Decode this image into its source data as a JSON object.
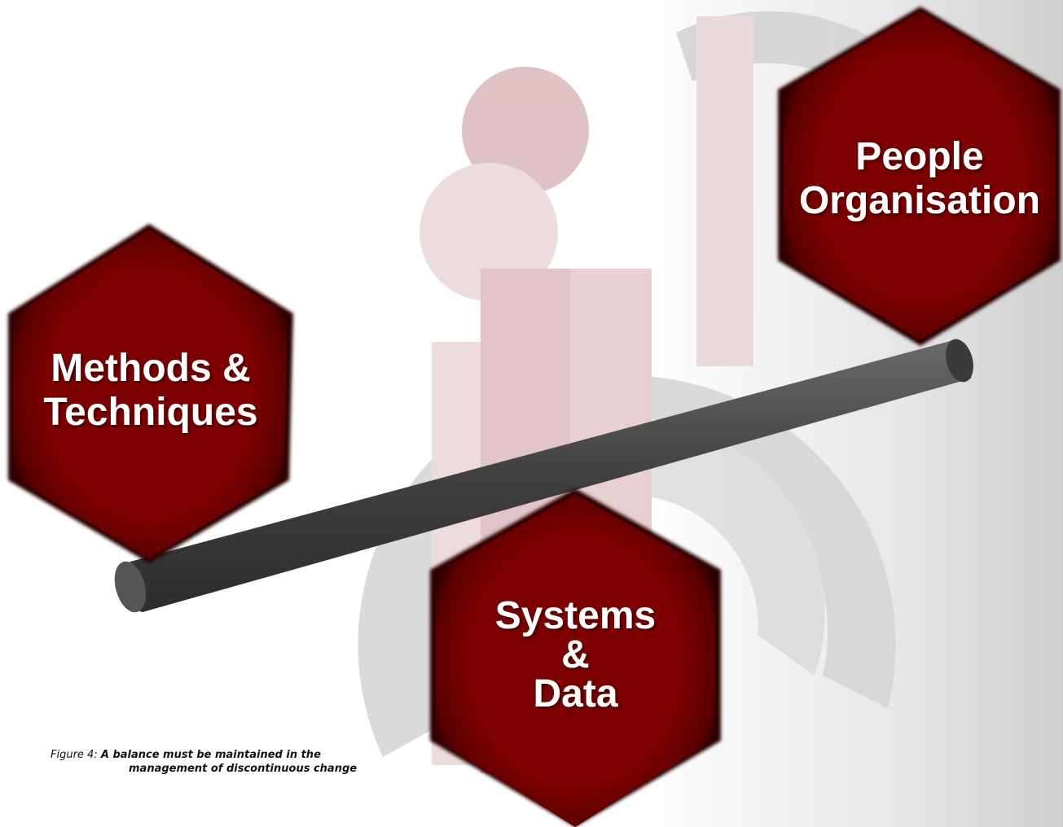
{
  "diagram": {
    "nodes": [
      {
        "id": "people",
        "lines": [
          "People",
          "Organisation"
        ]
      },
      {
        "id": "methods",
        "lines": [
          "Methods &",
          "Techniques"
        ]
      },
      {
        "id": "systems",
        "lines": [
          "Systems",
          "&",
          "Data"
        ]
      }
    ],
    "colors": {
      "hex_fill": "#7a0000",
      "hex_edge": "#3a0000",
      "beam": "#4a4a4a",
      "logo_gray": "#cfcfcf",
      "logo_pink": "#d9b3b6"
    },
    "background_logo": "logo-watermark"
  },
  "caption": {
    "label": "Figure 4:",
    "line1": "A balance must be maintained in the",
    "line2": "management of discontinuous change"
  }
}
